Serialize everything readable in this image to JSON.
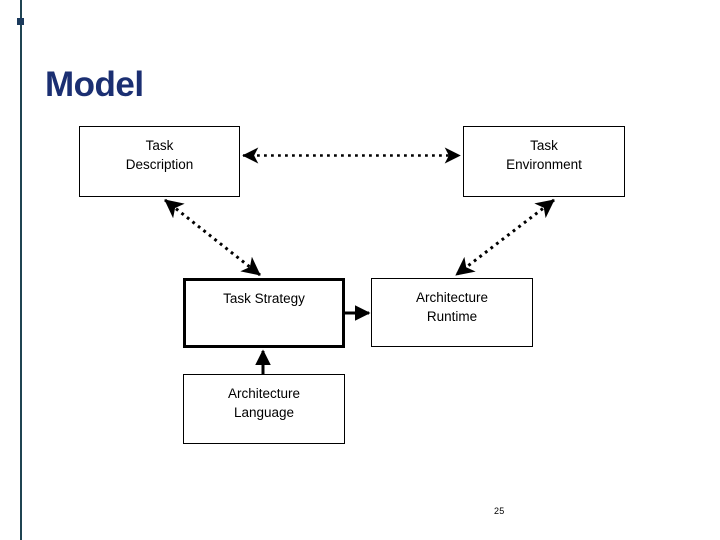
{
  "slide": {
    "title": "Model",
    "page_number": "25",
    "title_color": "#1b2f72",
    "rule_color": "#1f4452",
    "line_color": "#000000",
    "background": "#ffffff"
  },
  "diagram": {
    "type": "block-diagram",
    "nodes": [
      {
        "id": "task-description",
        "label": "Task\nDescription",
        "line1": "Task",
        "line2": "Description",
        "emphasis": "normal"
      },
      {
        "id": "task-environment",
        "label": "Task\nEnvironment",
        "line1": "Task",
        "line2": "Environment",
        "emphasis": "normal"
      },
      {
        "id": "task-strategy",
        "label": "Task Strategy",
        "line1": "Task Strategy",
        "line2": "",
        "emphasis": "bold"
      },
      {
        "id": "arch-runtime",
        "label": "Architecture\nRuntime",
        "line1": "Architecture",
        "line2": "Runtime",
        "emphasis": "normal"
      },
      {
        "id": "arch-language",
        "label": "Architecture\nLanguage",
        "line1": "Architecture",
        "line2": "Language",
        "emphasis": "normal"
      }
    ],
    "edges": [
      {
        "id": "desc-env",
        "from": "task-description",
        "to": "task-environment",
        "style": "dotted",
        "arrows": "both"
      },
      {
        "id": "desc-strategy",
        "from": "task-description",
        "to": "task-strategy",
        "style": "dotted",
        "arrows": "both"
      },
      {
        "id": "env-runtime",
        "from": "task-environment",
        "to": "arch-runtime",
        "style": "dotted",
        "arrows": "both"
      },
      {
        "id": "strategy-runtime",
        "from": "task-strategy",
        "to": "arch-runtime",
        "style": "solid",
        "arrows": "forward"
      },
      {
        "id": "language-strategy",
        "from": "arch-language",
        "to": "task-strategy",
        "style": "solid",
        "arrows": "forward"
      }
    ]
  }
}
